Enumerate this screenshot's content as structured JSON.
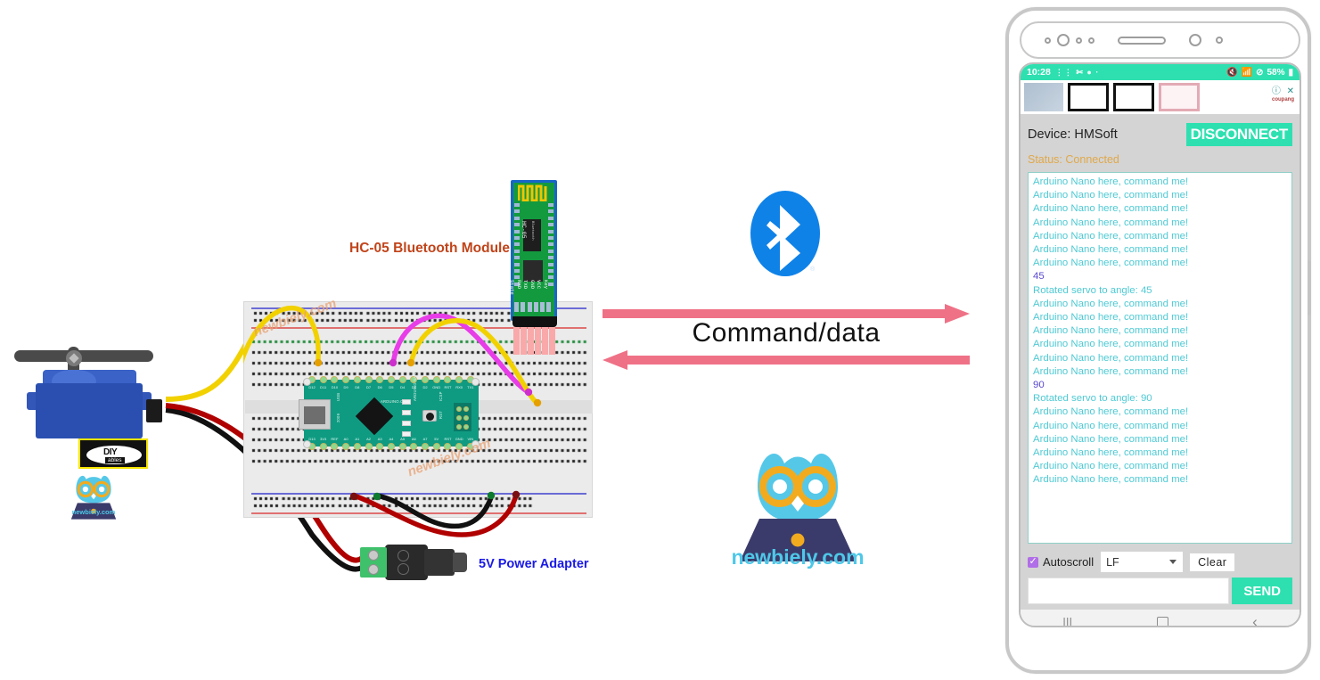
{
  "diagram": {
    "hc05_label": "HC-05 Bluetooth Module",
    "power_label": "5V Power Adapter",
    "command_label": "Command/data",
    "bluetooth_icon": "bluetooth-logo",
    "watermark": "newbiely.com",
    "brand_text": "newbiely.com",
    "brand_text_small": "newbiely.com",
    "servo": {
      "sticker_line1": "DIY",
      "sticker_line2": "ables"
    },
    "hc05": {
      "silk_name": "HC-05",
      "silk_sub": "Bluetooth",
      "pins": [
        "State",
        "RXD",
        "TXD",
        "GND",
        "VCC",
        "Key"
      ]
    },
    "nano": {
      "top_pins": [
        "D12",
        "D11",
        "D10",
        "D9",
        "D8",
        "D7",
        "D6",
        "D5",
        "D4",
        "D3",
        "D2",
        "GND",
        "RST",
        "RX0",
        "TX1"
      ],
      "bottom_pins": [
        "D13",
        "3V3",
        "REF",
        "A0",
        "A1",
        "A2",
        "A3",
        "A4",
        "A5",
        "A6",
        "A7",
        "5V",
        "RST",
        "GND",
        "VIN"
      ],
      "silk_url": "ARDUINO.CC",
      "silk_board": "ARDUINO NANO V3.0",
      "silk_usb": "USB",
      "silk_year": "2009",
      "silk_rst": "RST",
      "silk_icsp": "ICSP",
      "leds": [
        "TX",
        "RX",
        "PWR",
        "L"
      ]
    }
  },
  "phone": {
    "statusbar": {
      "time": "10:28",
      "battery": "58%",
      "icons_left": [
        "dots-icon",
        "scissors-icon",
        "message-icon",
        "dot-icon"
      ],
      "icons_right": [
        "mute-icon",
        "wifi-icon",
        "dnd-icon",
        "battery-icon"
      ]
    },
    "ad_bar": {
      "info_icon": "info-icon",
      "close_icon": "close-icon",
      "brand": "coupang"
    },
    "app": {
      "device_label": "Device: HMSoft",
      "disconnect_label": "DISCONNECT",
      "status_label": "Status: Connected",
      "terminal_lines": [
        {
          "text": "Arduino Nano here, command me!",
          "type": "rx"
        },
        {
          "text": "Arduino Nano here, command me!",
          "type": "rx"
        },
        {
          "text": "Arduino Nano here, command me!",
          "type": "rx"
        },
        {
          "text": "Arduino Nano here, command me!",
          "type": "rx"
        },
        {
          "text": "Arduino Nano here, command me!",
          "type": "rx"
        },
        {
          "text": "Arduino Nano here, command me!",
          "type": "rx"
        },
        {
          "text": "Arduino Nano here, command me!",
          "type": "rx"
        },
        {
          "text": "45",
          "type": "tx"
        },
        {
          "text": "Rotated servo to angle: 45",
          "type": "rx"
        },
        {
          "text": "Arduino Nano here, command me!",
          "type": "rx"
        },
        {
          "text": "Arduino Nano here, command me!",
          "type": "rx"
        },
        {
          "text": "Arduino Nano here, command me!",
          "type": "rx"
        },
        {
          "text": "Arduino Nano here, command me!",
          "type": "rx"
        },
        {
          "text": "Arduino Nano here, command me!",
          "type": "rx"
        },
        {
          "text": "Arduino Nano here, command me!",
          "type": "rx"
        },
        {
          "text": "90",
          "type": "tx"
        },
        {
          "text": "Rotated servo to angle: 90",
          "type": "rx"
        },
        {
          "text": "Arduino Nano here, command me!",
          "type": "rx"
        },
        {
          "text": "Arduino Nano here, command me!",
          "type": "rx"
        },
        {
          "text": "Arduino Nano here, command me!",
          "type": "rx"
        },
        {
          "text": "Arduino Nano here, command me!",
          "type": "rx"
        },
        {
          "text": "Arduino Nano here, command me!",
          "type": "rx"
        },
        {
          "text": "Arduino Nano here, command me!",
          "type": "rx"
        }
      ],
      "autoscroll_label": "Autoscroll",
      "autoscroll_checked": true,
      "line_ending_value": "LF",
      "clear_label": "Clear",
      "send_label": "SEND",
      "send_input_value": ""
    },
    "navbar": {
      "recent_icon": "recents-icon",
      "home_icon": "home-icon",
      "back_icon": "back-icon"
    }
  },
  "colors": {
    "accent_teal": "#2ee0b0",
    "terminal_rx": "#4ecad4",
    "terminal_tx": "#5a4ad0",
    "status_orange": "#e0a84a",
    "arrow_pink": "#ef7186",
    "label_orange": "#c1441a",
    "label_blue": "#1a1ae6",
    "brand_cyan": "#4ec8e8",
    "bluetooth_blue": "#0f82e8"
  }
}
